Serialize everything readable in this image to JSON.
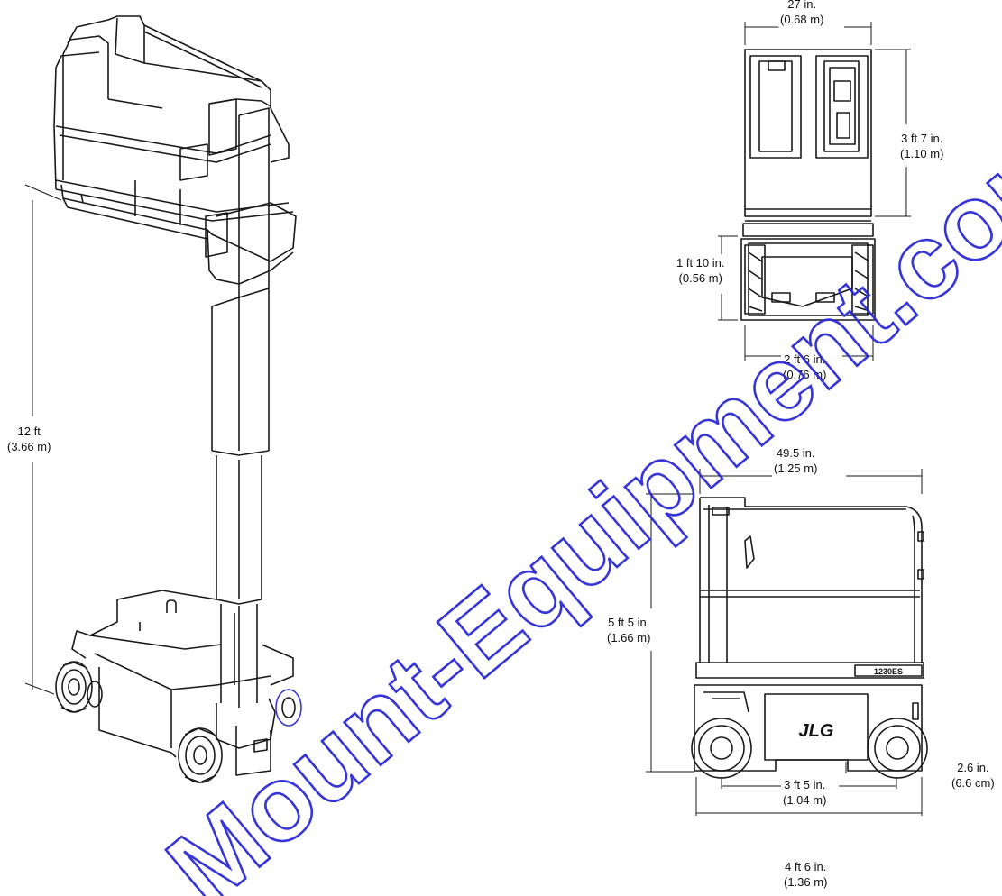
{
  "dimensions": {
    "platform_height": {
      "line1": "12 ft",
      "line2": "(3.66 m)"
    },
    "platform_width": {
      "line1": "27 in.",
      "line2": "(0.68 m)"
    },
    "guardrail_height": {
      "line1": "3 ft 7 in.",
      "line2": "(1.10 m)"
    },
    "base_height_front": {
      "line1": "1 ft 10 in.",
      "line2": "(0.56 m)"
    },
    "overall_width": {
      "line1": "2 ft 6 in.",
      "line2": "(0.76 m)"
    },
    "platform_length": {
      "line1": "49.5 in.",
      "line2": "(1.25 m)"
    },
    "stowed_height": {
      "line1": "5 ft 5 in.",
      "line2": "(1.66 m)"
    },
    "ground_clearance": {
      "line1": "2.6 in.",
      "line2": "(6.6 cm)"
    },
    "wheelbase": {
      "line1": "3 ft 5 in.",
      "line2": "(1.04 m)"
    },
    "overall_length": {
      "line1": "4 ft 6 in.",
      "line2": "(1.36 m)"
    }
  },
  "branding": {
    "logo": "JLG",
    "model_plate": "1230ES"
  },
  "watermark": "Mount-Equipment.com",
  "colors": {
    "line": "#1a1a1a",
    "watermark": "#2b2bd6"
  }
}
